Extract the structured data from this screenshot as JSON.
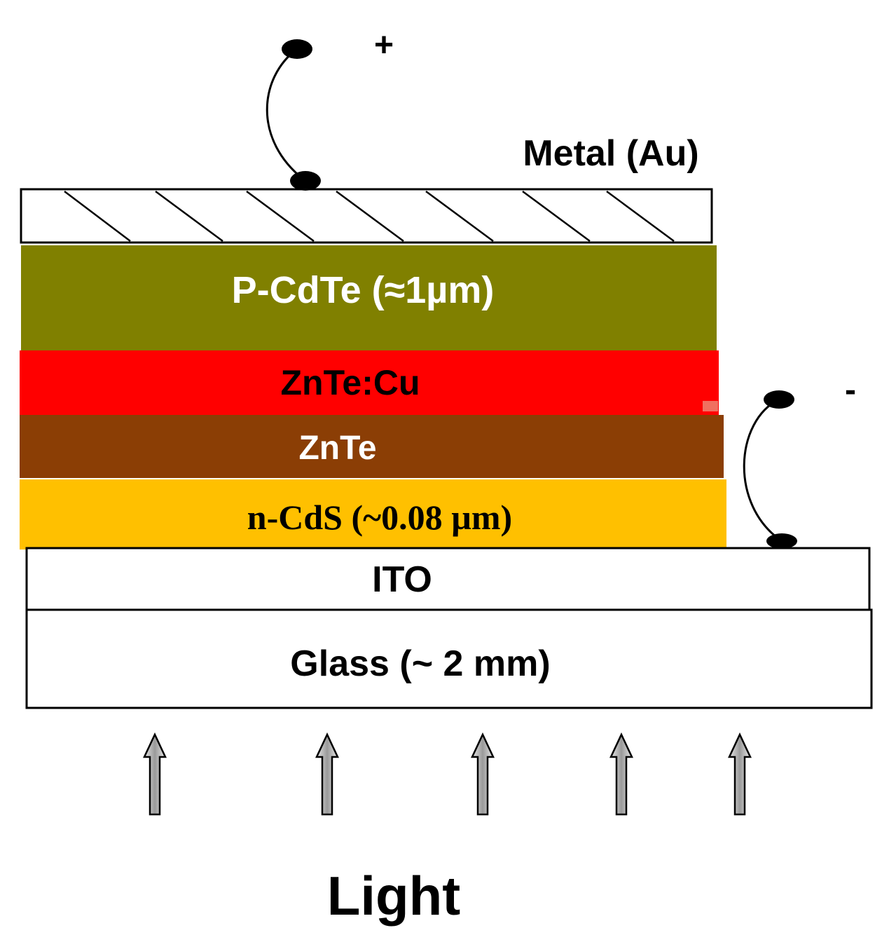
{
  "labels": {
    "metal": "Metal (Au)",
    "pcdte": "P-CdTe (≈1µm)",
    "zntecu": "ZnTe:Cu",
    "znte": "ZnTe",
    "ncds": "n-CdS (~0.08 µm)",
    "ito": "ITO",
    "glass": "Glass (~ 2 mm)",
    "light": "Light",
    "plus": "+",
    "minus": "-"
  },
  "colors": {
    "pcdte": "#808000",
    "zntecu": "#ff0000",
    "znte": "#8b3e05",
    "ncds": "#ffc000",
    "outline": "#000000",
    "text_light": "#ffffff",
    "text_dark": "#000000"
  },
  "icons": {
    "terminal": "terminal-dot-icon",
    "wire": "wire-icon",
    "arrow": "up-arrow-icon"
  }
}
